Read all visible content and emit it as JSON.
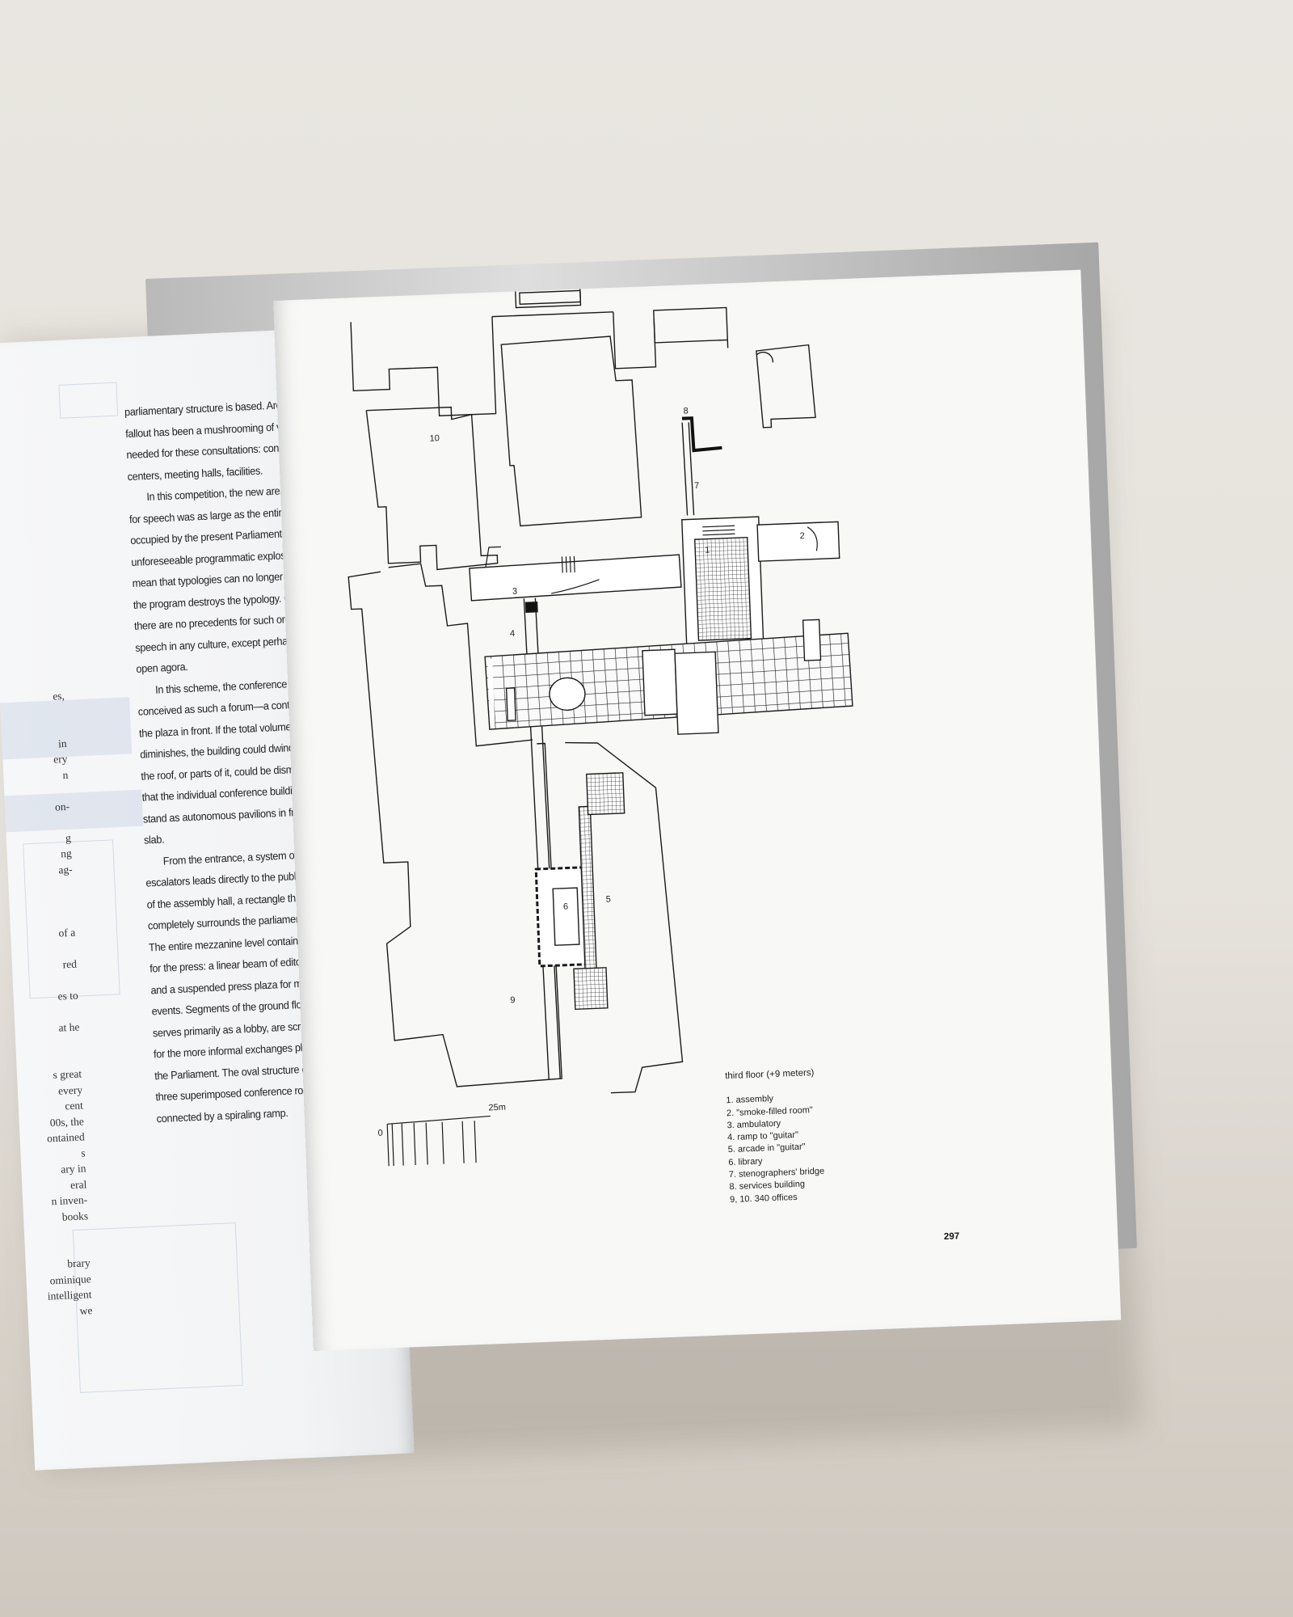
{
  "left_page": {
    "paragraphs": [
      {
        "indent": false,
        "text": "parliamentary structure is based. Archi-tural fallout has been a mushrooming of vol-umes needed for these consultations: conference centers, meeting halls, facilities."
      },
      {
        "indent": true,
        "text": "In this competition, the new area required for speech was as large as the entire area occupied by the present Parliament. Such unforeseeable programmatic explosions mean that typologies can no longer be stable: the program destroys the typology. Clearly there are no precedents for such orgies of speech in any culture, except perhaps the open agora."
      },
      {
        "indent": true,
        "text": "In this scheme, the conference center is conceived as such a forum—a continuation of the plaza in front. If the total volume of speech diminishes, the building could dwindle with it; the roof, or parts of it, could be dismantled so that the individual conference buildings would stand as autonomous pavilions in front of the slab."
      },
      {
        "indent": true,
        "text": "From the entrance, a system of escalators leads directly to the public gallery of the assembly hall, a rectangle that completely surrounds the parliamentarians. The entire mezzanine level contains facilities for the press: a linear beam of editorial offices and a suspended press plaza for more public events. Segments of the ground floor, which serves primarily as a lobby, are screened off for the more informal exchanges planned by the Parliament. The oval structure contains three superimposed conference rooms connected by a spiraling ramp."
      }
    ],
    "fragments": [
      "es,",
      "",
      "",
      "in",
      "ery",
      "n",
      "",
      "on-",
      "",
      "g",
      "ng",
      "ag-",
      "",
      "",
      "",
      "of a",
      "",
      "red",
      "",
      "es to",
      "",
      "at he",
      "",
      "",
      "s great",
      "every",
      "cent",
      "00s, the",
      "ontained",
      "s",
      "ary in",
      "eral",
      "n inven-",
      "books",
      "",
      "",
      "brary",
      "ominique",
      "intelligent",
      "we"
    ]
  },
  "plan": {
    "labels": [
      "1",
      "2",
      "3",
      "4",
      "5",
      "6",
      "7",
      "8",
      "9",
      "10"
    ],
    "scale_start": "0",
    "scale_end": "25m"
  },
  "legend": {
    "caption": "third floor (+9 meters)",
    "items": [
      "1. assembly",
      "2. \"smoke-filled room\"",
      "3. ambulatory",
      "4. ramp to \"guitar\"",
      "5. arcade in \"guitar\"",
      "6. library",
      "7. stenographers' bridge",
      "8. services building",
      "9, 10. 340 offices"
    ]
  },
  "page_number": "297"
}
